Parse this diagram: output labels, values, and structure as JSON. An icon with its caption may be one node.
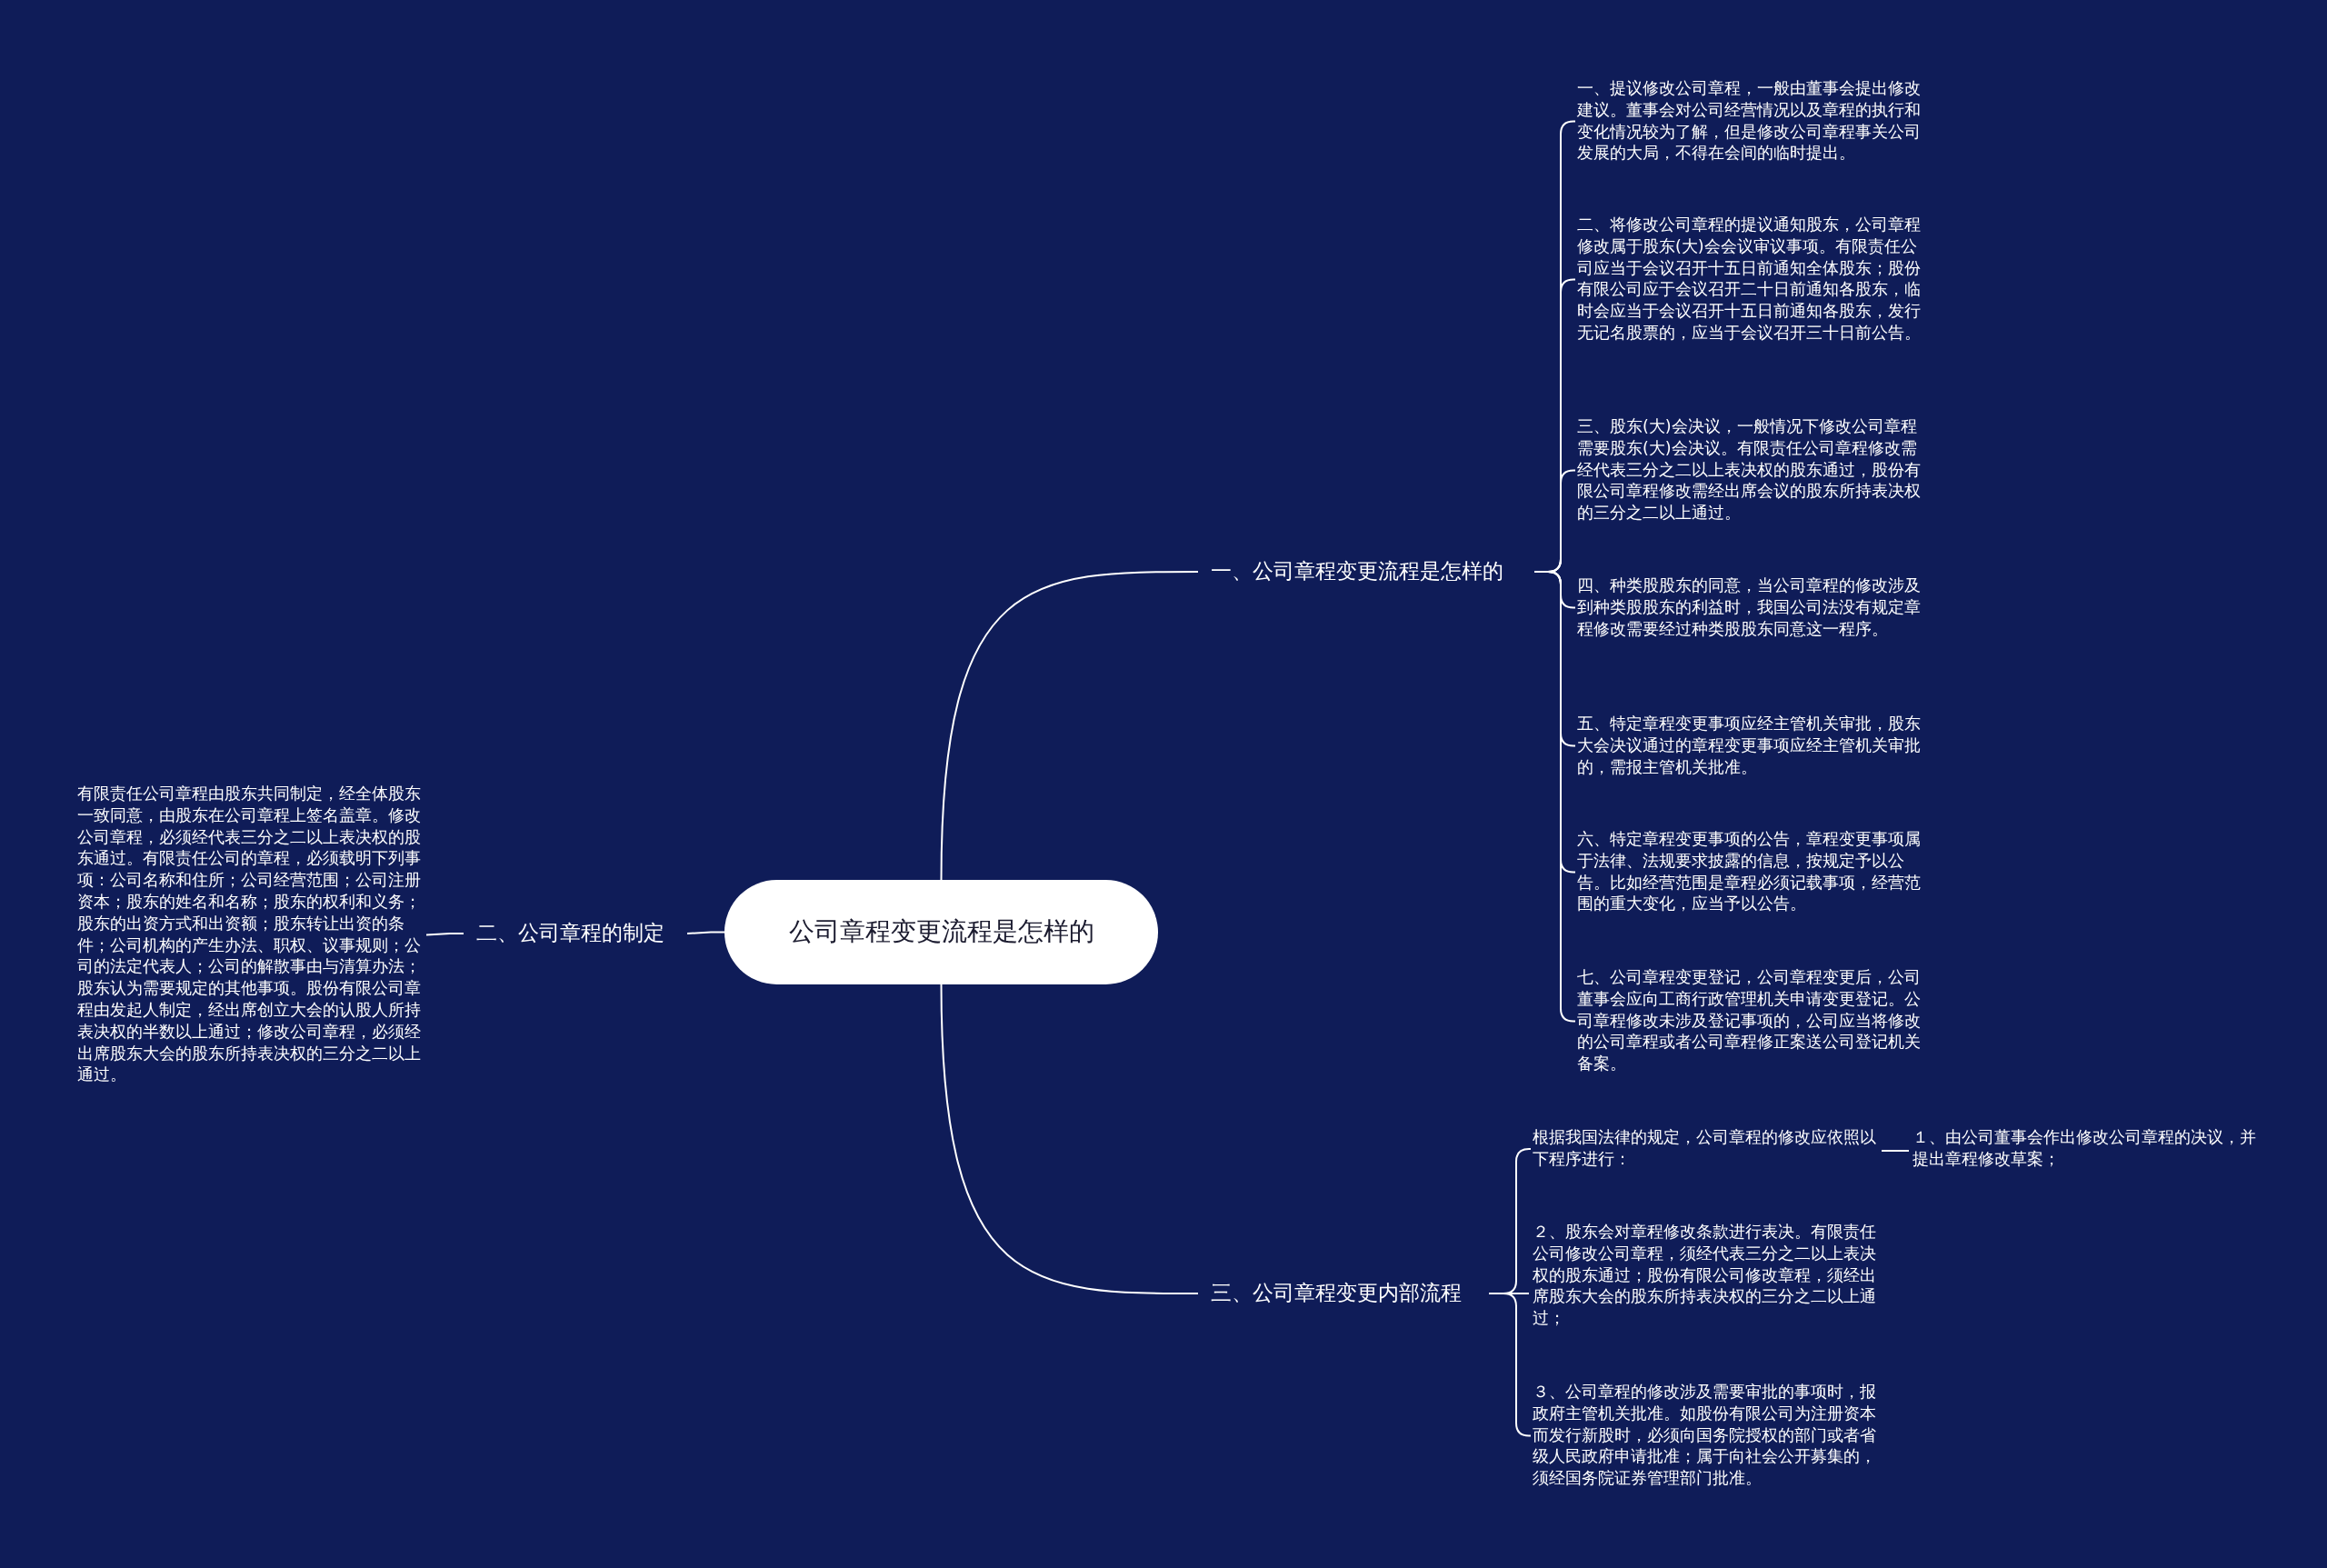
{
  "diagram": {
    "nodes": [
      {
        "text": [
          "公司章程变更流程是怎样的"
        ]
      },
      {
        "text": [
          "一、公司章程变更流程是怎样的"
        ]
      },
      {
        "text": [
          "一、提议修改公司章程，一般由董事会提出修改建议。董事会对公司经营情况以及章程的执行和变化情况较为了解，但是修改公司章程事关公司发展的大局，不得在会间的临时提出。"
        ]
      },
      {
        "text": [
          "二、将修改公司章程的提议通知股东，公司章程修改属于股东(大)会会议审议事项。有限责任公司应当于会议召开十五日前通知全体股东；股份有限公司应于会议召开二十日前通知各股东，临时会应当于会议召开十五日前通知各股东，发行无记名股票的，应当于会议召开三十日前公告。"
        ]
      },
      {
        "text": [
          "三、股东(大)会决议，一般情况下修改公司章程需要股东(大)会决议。有限责任公司章程修改需经代表三分之二以上表决权的股东通过，股份有限公司章程修改需经出席会议的股东所持表决权的三分之二以上通过。"
        ]
      },
      {
        "text": [
          "四、种类股股东的同意，当公司章程的修改涉及到种类股股东的利益时，我国公司法没有规定章程修改需要经过种类股股东同意这一程序。"
        ]
      },
      {
        "text": [
          "五、特定章程变更事项应经主管机关审批，股东大会决议通过的章程变更事项应经主管机关审批的，需报主管机关批准。"
        ]
      },
      {
        "text": [
          "六、特定章程变更事项的公告，章程变更事项属于法律、法规要求披露的信息，按规定予以公告。比如经营范围是章程必须记载事项，经营范围的重大变化，应当予以公告。"
        ]
      },
      {
        "text": [
          "七、公司章程变更登记，公司章程变更后，公司董事会应向工商行政管理机关申请变更登记。公司章程修改未涉及登记事项的，公司应当将修改的公司章程或者公司章程修正案送公司登记机关备案。"
        ]
      },
      {
        "text": [
          "二、公司章程的制定"
        ]
      },
      {
        "text": [
          "有限责任公司章程由股东共同制定，经全体股东一致同意，由股东在公司章程上签名盖章。修改公司章程，必须经代表三分之二以上表决权的股东通过。有限责任公司的章程，必须载明下列事项：公司名称和住所；公司经营范围；公司注册资本；股东的姓名和名称；股东的权利和义务；股东的出资方式和出资额；股东转让出资的条件；公司机构的产生办法、职权、议事规则；公司的法定代表人；公司的解散事由与清算办法；股东认为需要规定的其他事项。股份有限公司章程由发起人制定，经出席创立大会的认股人所持表决权的半数以上通过；修改公司章程，必须经出席股东大会的股东所持表决权的三分之二以上通过。"
        ]
      },
      {
        "text": [
          "三、公司章程变更内部流程"
        ]
      },
      {
        "text": [
          "根据我国法律的规定，公司章程的修改应依照以下程序进行："
        ]
      },
      {
        "text": [
          "１、由公司董事会作出修改公司章程的决议，并提出章程修改草案；"
        ]
      },
      {
        "text": [
          "２、股东会对章程修改条款进行表决。有限责任公司修改公司章程，须经代表三分之二以上表决权的股东通过；股份有限公司修改章程，须经出席股东大会的股东所持表决权的三分之二以上通过；"
        ]
      },
      {
        "text": [
          "３、公司章程的修改涉及需要审批的事项时，报政府主管机关批准。如股份有限公司为注册资本而发行新股时，必须向国务院授权的部门或者省级人民政府申请批准；属于向社会公开募集的，须经国务院证券管理部门批准。"
        ]
      }
    ],
    "edges": [
      {
        "from": 0,
        "to": 1,
        "arrow": "none"
      },
      {
        "from": 1,
        "to": 2,
        "arrow": "none"
      },
      {
        "from": 1,
        "to": 3,
        "arrow": "none"
      },
      {
        "from": 1,
        "to": 4,
        "arrow": "none"
      },
      {
        "from": 1,
        "to": 5,
        "arrow": "none"
      },
      {
        "from": 1,
        "to": 6,
        "arrow": "none"
      },
      {
        "from": 1,
        "to": 7,
        "arrow": "none"
      },
      {
        "from": 1,
        "to": 8,
        "arrow": "none"
      },
      {
        "from": 0,
        "to": 9,
        "arrow": "none"
      },
      {
        "from": 9,
        "to": 10,
        "arrow": "none"
      },
      {
        "from": 0,
        "to": 11,
        "arrow": "none"
      },
      {
        "from": 11,
        "to": 12,
        "arrow": "none"
      },
      {
        "from": 12,
        "to": 13,
        "arrow": "none"
      },
      {
        "from": 11,
        "to": 14,
        "arrow": "none"
      },
      {
        "from": 11,
        "to": 15,
        "arrow": "none"
      }
    ]
  }
}
